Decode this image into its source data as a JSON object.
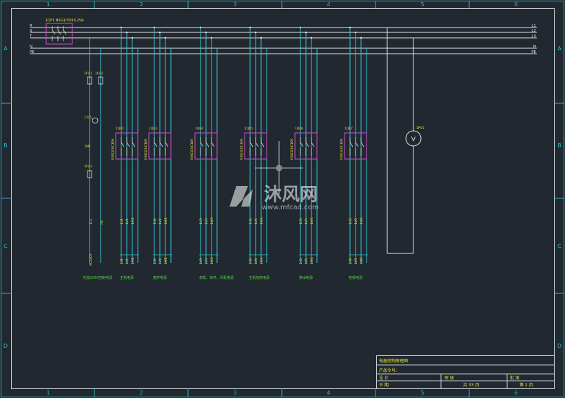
{
  "colors": {
    "background": "#212830",
    "frame": "#c9d0d6",
    "border_cyan": "#2fb7c9",
    "wire_white": "#e6e6e6",
    "wire_cyan": "#34c6d9",
    "breaker_magenta": "#d24fd2",
    "text_yellow": "#e8e63a",
    "text_green": "#58d648",
    "watermark": "#ffffff"
  },
  "grid": {
    "columns": [
      "1",
      "2",
      "3",
      "4",
      "5",
      "6"
    ],
    "rows": [
      "A",
      "B",
      "C",
      "D"
    ]
  },
  "buses": {
    "left": [
      "R",
      "S",
      "T",
      "N",
      "PE"
    ],
    "right": [
      "L1",
      "L2",
      "L3",
      "N",
      "PE"
    ]
  },
  "main_breaker": {
    "label": "1QF1 NXG1/3D16.25A"
  },
  "control_branch": {
    "fuse_labels": [
      "1FU1",
      "1FU2"
    ],
    "device_labels": [
      "1TC1",
      "1KD",
      "1FU3"
    ],
    "terminal_labels": [
      "1L1",
      "N1"
    ],
    "supply_label": "AC220V",
    "description": "交流220V控制电源"
  },
  "breakers": [
    {
      "tag": "1QF2",
      "model": "NXG1/3/C16A",
      "terminals": [
        "1U1",
        "1V1",
        "1W1"
      ],
      "description": "主机电源"
    },
    {
      "tag": "1QF3",
      "model": "NXG1/3/C16A",
      "terminals": [
        "1U2",
        "1V2",
        "1W2"
      ],
      "description": "搅拌电源"
    },
    {
      "tag": "1QF4",
      "model": "NXG1/3/C16A",
      "terminals": [
        "1U3",
        "1V3",
        "1W3"
      ],
      "description": "单机、单件、风机电源"
    },
    {
      "tag": "1QF5",
      "model": "NXG1/3/C16A",
      "terminals": [
        "1U4",
        "1V4",
        "1W4"
      ],
      "description": "主机加热电源"
    },
    {
      "tag": "1QF6",
      "model": "NXG1/3/C16A",
      "terminals": [
        "1U5",
        "1V5",
        "1W5"
      ],
      "description": "挤出电源"
    },
    {
      "tag": "1QF7",
      "model": "NXG1/3/C16A",
      "terminals": [
        "1U6",
        "1V6",
        "1W6"
      ],
      "description": "变频电源"
    }
  ],
  "voltmeter": {
    "tag": "1PV1",
    "symbol": "V"
  },
  "watermark": {
    "brand": "沐风网",
    "url": "www.mfcad.com"
  },
  "title_block": {
    "drawing_title": "电器控制原理图",
    "product_code_label": "产品令号:",
    "design_label": "设 计",
    "date_label": "日 期",
    "review_label": "审 核",
    "approve_label": "批 准",
    "total_pages": "共 33 页",
    "page_no": "第 2 页"
  }
}
